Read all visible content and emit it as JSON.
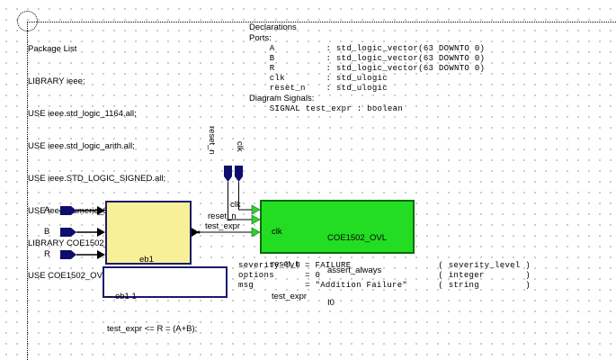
{
  "package_list": {
    "title": "Package List",
    "lines": [
      "LIBRARY ieee;",
      "USE ieee.std_logic_1164.all;",
      "USE ieee.std_logic_arith.all;",
      "USE ieee.STD_LOGIC_SIGNED.all;",
      "USE ieee.Numeric_Std.all;",
      "LIBRARY COE1502_OVL;",
      "USE COE1502_OVL.ovl_assert.all;"
    ]
  },
  "declarations": {
    "title": "Declarations",
    "ports_label": "Ports:",
    "ports": [
      "    A          : std_logic_vector(63 DOWNTO 0)",
      "    B          : std_logic_vector(63 DOWNTO 0)",
      "    R          : std_logic_vector(63 DOWNTO 0)",
      "    clk        : std_ulogic",
      "    reset_n    : std_ulogic"
    ],
    "signals_label": "Diagram Signals:",
    "signals": [
      "    SIGNAL test_expr : boolean"
    ]
  },
  "input_ports": [
    "A",
    "B",
    "R"
  ],
  "top_ports": [
    "reset_n",
    "clk"
  ],
  "eb_block": {
    "name": "eb1",
    "instance": "1",
    "code_lines": [
      "-- eb1 1",
      "test_expr <= R = (A+B);"
    ]
  },
  "signal_labels": {
    "clk": "clk",
    "reset_n": "reset_n",
    "test_expr": "test_expr"
  },
  "ovl_block": {
    "ports": [
      "clk",
      "reset_n",
      "test_expr"
    ],
    "library": "COE1502_OVL",
    "entity": "assert_always",
    "instance": "I0",
    "fill_color": "#22dd22"
  },
  "generics": [
    "severity_lvl = FAILURE                 ( severity_level )",
    "options      = 0                       ( integer        )",
    "msg          = \"Addition Failure\"      ( string         )"
  ],
  "colors": {
    "port": "#0d0d6e",
    "eb_fill": "#f8f098",
    "ovl_fill": "#22dd22",
    "ovl_arrow": "#2bd42b"
  }
}
